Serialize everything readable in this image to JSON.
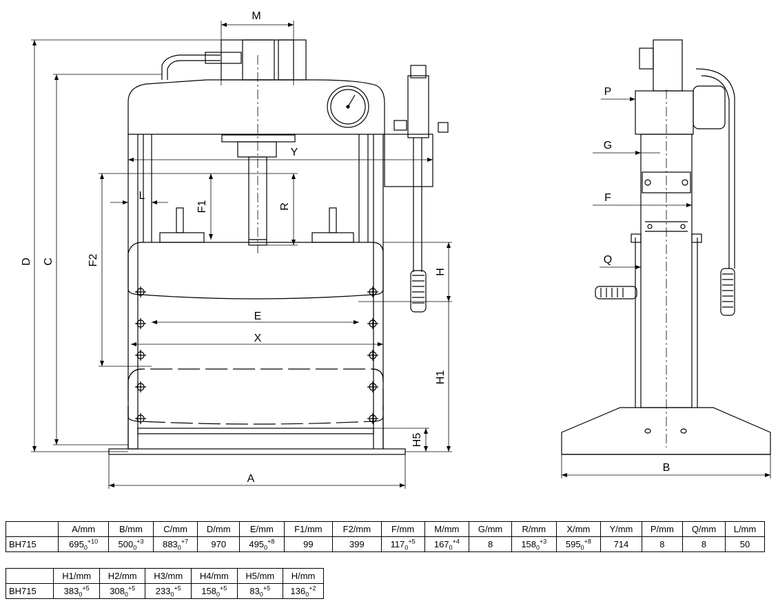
{
  "labels": {
    "M": "M",
    "Y": "Y",
    "L": "L",
    "F1": "F1",
    "R": "R",
    "F2": "F2",
    "D": "D",
    "C": "C",
    "H": "H",
    "E": "E",
    "X": "X",
    "H1": "H1",
    "H5": "H5",
    "A": "A",
    "P": "P",
    "G": "G",
    "F": "F",
    "Q": "Q",
    "B": "B"
  },
  "table1": {
    "headers": [
      "",
      "A/mm",
      "B/mm",
      "C/mm",
      "D/mm",
      "E/mm",
      "F1/mm",
      "F2/mm",
      "F/mm",
      "M/mm",
      "G/mm",
      "R/mm",
      "X/mm",
      "Y/mm",
      "P/mm",
      "Q/mm",
      "L/mm"
    ],
    "row": [
      {
        "v": "BH715"
      },
      {
        "v": "695",
        "s": "0",
        "t": "+10"
      },
      {
        "v": "500",
        "s": "0",
        "t": "+3"
      },
      {
        "v": "883",
        "s": "0",
        "t": "+7"
      },
      {
        "v": "970"
      },
      {
        "v": "495",
        "s": "0",
        "t": "+8"
      },
      {
        "v": "99"
      },
      {
        "v": "399"
      },
      {
        "v": "117",
        "s": "0",
        "t": "+5"
      },
      {
        "v": "167",
        "s": "0",
        "t": "+4"
      },
      {
        "v": "8"
      },
      {
        "v": "158",
        "s": "0",
        "t": "+3"
      },
      {
        "v": "595",
        "s": "0",
        "t": "+8"
      },
      {
        "v": "714"
      },
      {
        "v": "8"
      },
      {
        "v": "8"
      },
      {
        "v": "50"
      }
    ]
  },
  "table2": {
    "headers": [
      "",
      "H1/mm",
      "H2/mm",
      "H3/mm",
      "H4/mm",
      "H5/mm",
      "H/mm"
    ],
    "row": [
      {
        "v": "BH715"
      },
      {
        "v": "383",
        "s": "0",
        "t": "+5"
      },
      {
        "v": "308",
        "s": "0",
        "t": "+5"
      },
      {
        "v": "233",
        "s": "0",
        "t": "+5"
      },
      {
        "v": "158",
        "s": "0",
        "t": "+5"
      },
      {
        "v": "83",
        "s": "0",
        "t": "+5"
      },
      {
        "v": "136",
        "s": "0",
        "t": "+2"
      }
    ]
  }
}
